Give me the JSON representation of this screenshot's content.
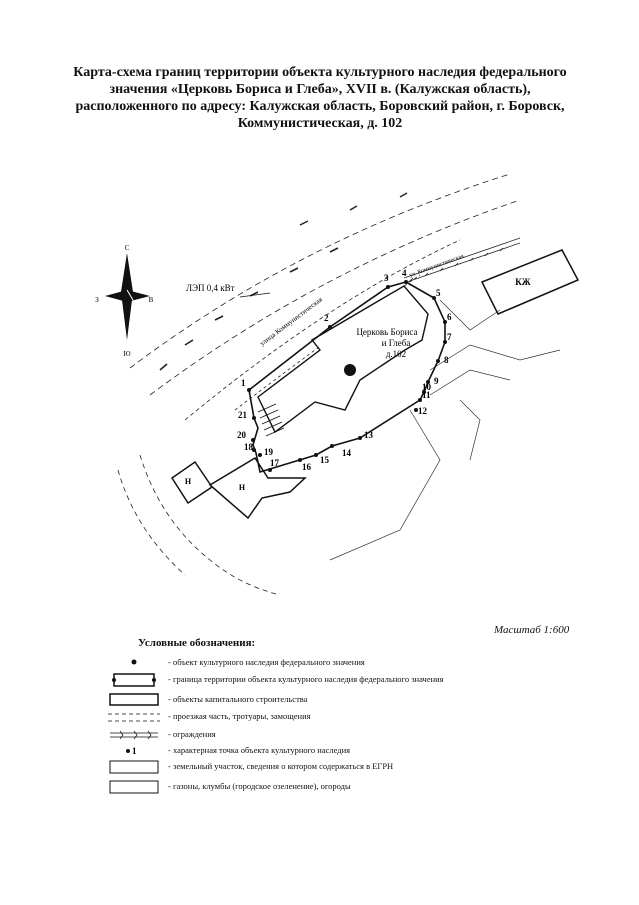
{
  "title": {
    "line1": "Карта-схема границ территории объекта культурного наследия  федерального",
    "line2": "значения «Церковь Бориса и Глеба»,  XVII в. (Калужская область),",
    "line3": "расположенного по адресу: Калужская область, Боровский район, г. Боровск,",
    "line4": "Коммунистическая, д. 102"
  },
  "map": {
    "compass": {
      "north": "С",
      "south": "Ю",
      "west": "З",
      "east": "В"
    },
    "power_line": "ЛЭП 0,4 кВт",
    "street_label": "улица Коммунистическая",
    "street_label_2": "ул. Коммунистическая",
    "church_label": {
      "line1": "Церковь Бориса",
      "line2": "и Глеба",
      "line3": "д.102"
    },
    "building_kzh": "КЖ",
    "building_n": "Н",
    "points": [
      {
        "label": "1"
      },
      {
        "label": "2"
      },
      {
        "label": "3"
      },
      {
        "label": "4"
      },
      {
        "label": "5"
      },
      {
        "label": "6"
      },
      {
        "label": "7"
      },
      {
        "label": "8"
      },
      {
        "label": "9"
      },
      {
        "label": "10"
      },
      {
        "label": "11"
      },
      {
        "label": "12"
      },
      {
        "label": "13"
      },
      {
        "label": "14"
      },
      {
        "label": "15"
      },
      {
        "label": "16"
      },
      {
        "label": "17"
      },
      {
        "label": "18"
      },
      {
        "label": "19"
      },
      {
        "label": "20"
      },
      {
        "label": "21"
      }
    ]
  },
  "scale": "Масштаб 1:600",
  "legend": {
    "title": "Условные обозначения:",
    "items": [
      {
        "symbol": "object-dot",
        "text": "- объект культурного наследия федерального значения"
      },
      {
        "symbol": "boundary",
        "text": "- граница территории объекта культурного наследия федерального значения"
      },
      {
        "symbol": "building-box",
        "text": "- объекты капитального строительства"
      },
      {
        "symbol": "road-dashes",
        "text": "- проезжая часть, тротуары, замощения"
      },
      {
        "symbol": "fence",
        "text": "- ограждения"
      },
      {
        "symbol": "point",
        "label": "1",
        "text": "- характерная точка объекта культурного наследия"
      },
      {
        "symbol": "parcel-box",
        "text": "- земельный участок, сведения о котором содержаться в ЕГРН"
      },
      {
        "symbol": "lawn-box",
        "text": "- газоны, клумбы (городское озеленение), огороды"
      }
    ]
  }
}
